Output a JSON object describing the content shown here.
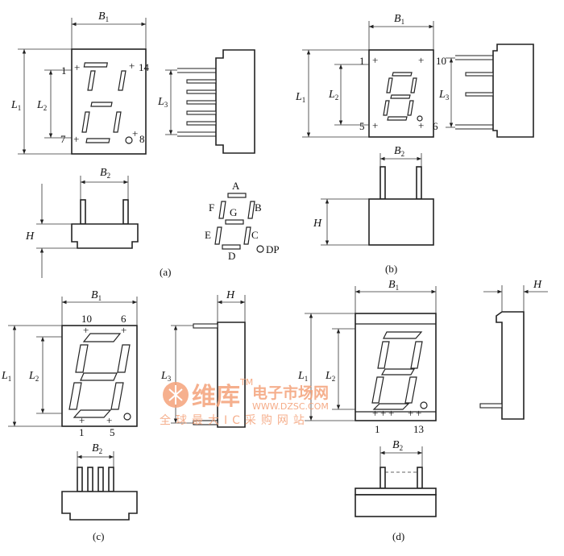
{
  "panels": {
    "a": {
      "caption": "(a)",
      "pins": [
        "1",
        "14",
        "7",
        "8"
      ]
    },
    "b": {
      "caption": "(b)",
      "pins": [
        "1",
        "10",
        "5",
        "6"
      ]
    },
    "c": {
      "caption": "(c)",
      "pins": [
        "10",
        "6",
        "1",
        "5"
      ]
    },
    "d": {
      "caption": "(d)",
      "pins": [
        "1",
        "13"
      ]
    }
  },
  "dims": {
    "B1": "B",
    "B2": "B",
    "L1": "L",
    "L2": "L",
    "L3": "L",
    "H": "H",
    "s1": "1",
    "s2": "2",
    "s3": "3"
  },
  "segments": {
    "A": "A",
    "B": "B",
    "C": "C",
    "D": "D",
    "E": "E",
    "F": "F",
    "G": "G",
    "DP": "DP"
  },
  "plus": "+",
  "watermark": {
    "brand": "维库",
    "title": "电子市场网",
    "tm": "TM",
    "url": "WWW.DZSC.COM",
    "slogan": "全球最大IC采购网站",
    "color": "#f4a27a"
  }
}
